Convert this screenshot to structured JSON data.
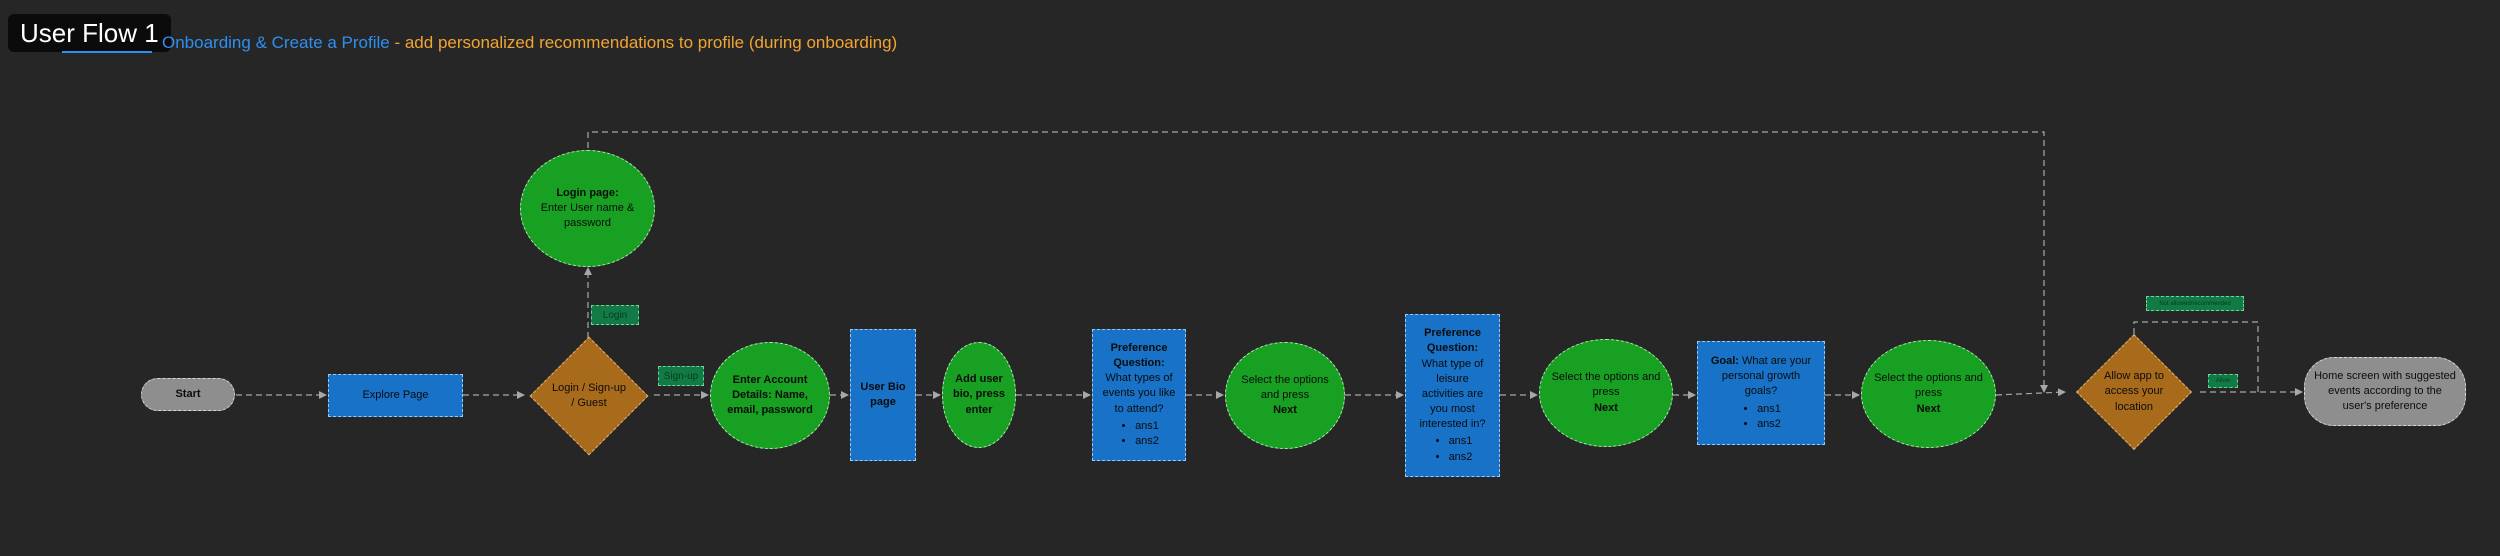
{
  "title": "User Flow 1",
  "heading": {
    "part1": "Onboarding & Create a Profile",
    "part2": " - add personalized recommendations to profile (during onboarding)"
  },
  "colors": {
    "background": "#262626",
    "title_accent": "#2f8ff0",
    "subtitle_accent": "#f2a431",
    "process_rect": "#1772c8",
    "action_ellipse": "#17a021",
    "decision_diamond": "#a86b1c",
    "terminal": "#8e8e8e",
    "branch_label": "#127a45",
    "connector": "#a8a8a8"
  },
  "nodes": {
    "start": {
      "label": "Start"
    },
    "explore": {
      "label": "Explore Page"
    },
    "login_page": {
      "title": "Login page:",
      "body": "Enter User name & password"
    },
    "decision_login": {
      "label": "Login / Sign-up / Guest"
    },
    "account": {
      "label": "Enter Account Details: Name, email, password"
    },
    "bio_page": {
      "label": "User Bio page"
    },
    "add_bio": {
      "label": "Add user bio, press enter"
    },
    "pref_events": {
      "title": "Preference Question:",
      "question": "What types of events you like to attend?",
      "options": [
        "ans1",
        "ans2"
      ]
    },
    "select_1": {
      "text": "Select the options and press",
      "bold": "Next"
    },
    "pref_leisure": {
      "title": "Preference Question:",
      "question": "What type of leisure activities are you most interested in?",
      "options": [
        "ans1",
        "ans2"
      ]
    },
    "select_2": {
      "text": "Select the options and press",
      "bold": "Next"
    },
    "goal": {
      "bold": "Goal:",
      "question": "What are your personal growth goals?",
      "options": [
        "ans1",
        "ans2"
      ]
    },
    "select_3": {
      "text": "Select the options and press",
      "bold": "Next"
    },
    "decision_location": {
      "label": "Allow app to access your location"
    },
    "home": {
      "label": "Home screen with suggested events according to the user's preference"
    }
  },
  "edge_labels": {
    "login": "Login",
    "signup": "Sign-up",
    "not_allowed": "Not allowed/recommended",
    "allow": "Allow"
  }
}
